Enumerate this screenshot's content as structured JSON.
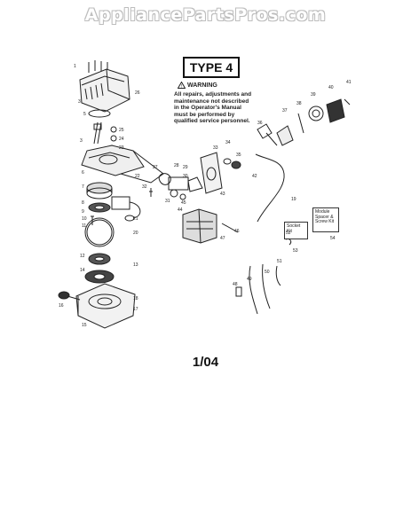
{
  "watermark": "AppliancePartsPros.com",
  "type_label": "TYPE 4",
  "warning": {
    "heading": "WARNING",
    "text": "All repairs, adjustments and maintenance not described in the Operator's Manual must be performed by qualified service personnel."
  },
  "kits": [
    {
      "name": "kit-socket",
      "text": "Socket Kit"
    },
    {
      "name": "kit-module-spacer",
      "text": "Module Spacer & Screw Kit"
    }
  ],
  "page_label": "1/04",
  "callouts": [
    "1",
    "2",
    "3",
    "4",
    "5",
    "6",
    "7",
    "8",
    "9",
    "10",
    "11",
    "12",
    "13",
    "14",
    "15",
    "16",
    "17",
    "18",
    "19",
    "20",
    "21",
    "22",
    "23",
    "24",
    "25",
    "26",
    "27",
    "28",
    "29",
    "30",
    "31",
    "32",
    "33",
    "34",
    "35",
    "36",
    "37",
    "38",
    "39",
    "40",
    "41",
    "42",
    "43",
    "44",
    "45",
    "46",
    "47",
    "48",
    "49",
    "50",
    "51",
    "52",
    "53",
    "54"
  ]
}
